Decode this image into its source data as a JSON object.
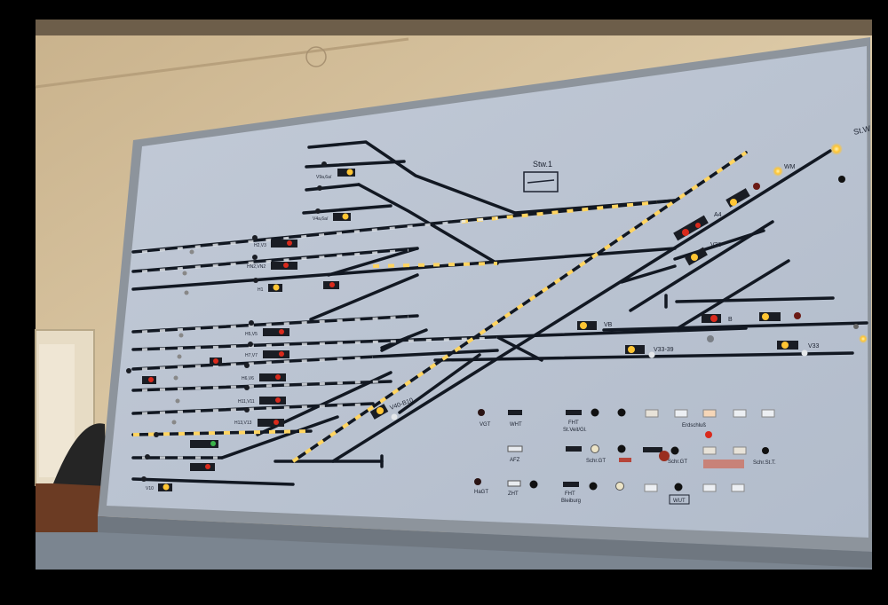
{
  "panel": {
    "station_label": "Stw.1",
    "corner_label": "St.W",
    "track_labels": {
      "wm": "WM",
      "a4": "A4",
      "v33a": "V33",
      "vb": "VB",
      "b": "B",
      "v33b": "V33",
      "v3339": "V33-39",
      "v40": "V40-B10"
    },
    "signal_labels": [
      "V9a,6a/",
      "V4a,6a/",
      "H2,V3",
      "HN2,VN2",
      "H1",
      "H5,V5",
      "H7,V7",
      "H6,V6",
      "H11,V11",
      "H13,V13",
      "V10"
    ],
    "control_labels": {
      "vgt": "VGT",
      "wht": "WHT",
      "fht1_a": "FHT",
      "fht1_b": "St.Veit/Gl.",
      "erdschluss": "Erdschluß",
      "afz": "AFZ",
      "schr_gt_left": "Schr.GT",
      "schr_gt_mid": "Schr.GT",
      "schr_stt": "Schr.St.T.",
      "hagt": "HaGT",
      "zht": "ZHT",
      "fht2_a": "FHT",
      "fht2_b": "Bleiburg",
      "wut": "WUT"
    }
  },
  "colors": {
    "panel": "#b9c2d1",
    "track": "#121822",
    "lamp_yellow": "#ffc533",
    "lamp_red": "#d92a1c",
    "lamp_green": "#3cb44b",
    "wall": "#d9c6a3"
  }
}
